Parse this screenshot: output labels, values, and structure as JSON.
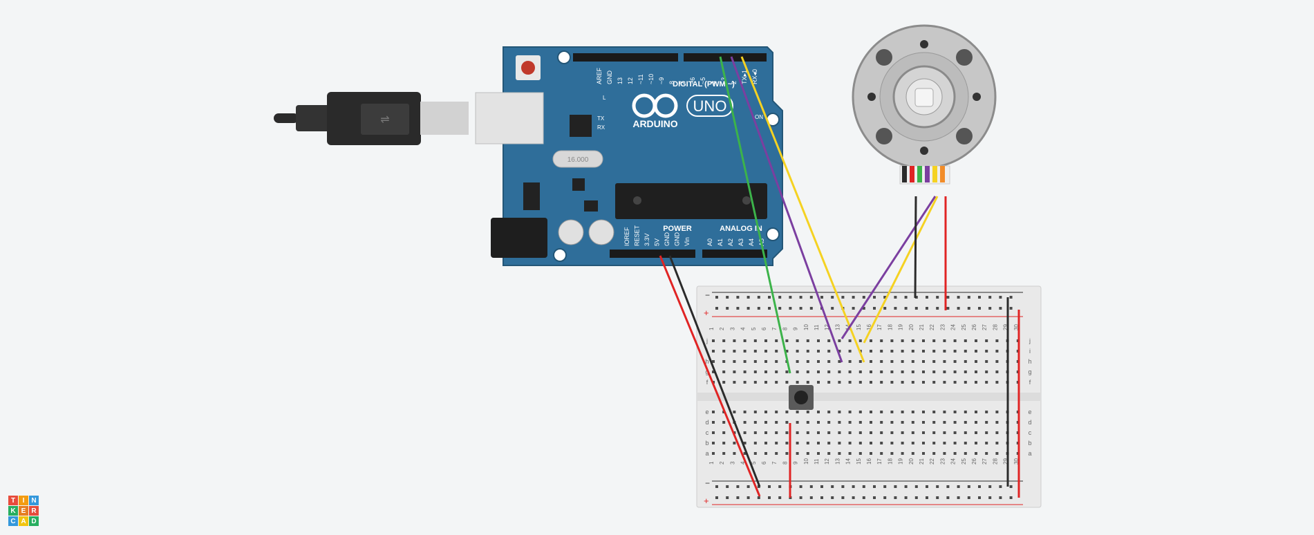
{
  "colors": {
    "board": "#2f6e9a",
    "wire_red": "#e02424",
    "wire_black": "#2b2b2b",
    "wire_green": "#3cb34a",
    "wire_purple": "#7b3fa0",
    "wire_yellow": "#f5d222",
    "wire_orange": "#f28c28",
    "canvas_bg": "#f3f5f6"
  },
  "arduino": {
    "brand": "ARDUINO",
    "model": "UNO",
    "crystal": "16.000",
    "digital_label": "DIGITAL (PWM ~)",
    "power_label": "POWER",
    "analog_label": "ANALOG IN",
    "top_pins": [
      "AREF",
      "GND",
      "13",
      "12",
      "~11",
      "~10",
      "~9",
      "8",
      "7",
      "~6",
      "~5",
      "4",
      "~3",
      "2",
      "TX▸1",
      "RX◂0"
    ],
    "power_pins": [
      "IOREF",
      "RESET",
      "3.3V",
      "5V",
      "GND",
      "GND",
      "Vin"
    ],
    "analog_pins": [
      "A0",
      "A1",
      "A2",
      "A3",
      "A4",
      "A5"
    ],
    "led_l": "L",
    "led_tx": "TX",
    "led_rx": "RX",
    "led_on": "ON"
  },
  "breadboard": {
    "columns": [
      "1",
      "2",
      "3",
      "4",
      "5",
      "6",
      "7",
      "8",
      "9",
      "10",
      "11",
      "12",
      "13",
      "14",
      "15",
      "16",
      "17",
      "18",
      "19",
      "20",
      "21",
      "22",
      "23",
      "24",
      "25",
      "26",
      "27",
      "28",
      "29",
      "30"
    ],
    "rows_top": [
      "j",
      "i",
      "h",
      "g",
      "f"
    ],
    "rows_bottom": [
      "e",
      "d",
      "c",
      "b",
      "a"
    ],
    "rail_minus": "−",
    "rail_plus": "+"
  },
  "encoder": {
    "wires": [
      "black",
      "red",
      "green",
      "purple",
      "yellow",
      "orange"
    ]
  },
  "logo": {
    "letters": [
      "T",
      "I",
      "N",
      "K",
      "E",
      "R",
      "C",
      "A",
      "D"
    ],
    "colors": [
      "#e74c3c",
      "#f39c12",
      "#3498db",
      "#27ae60",
      "#e67e22",
      "#e74c3c",
      "#3498db",
      "#f1c40f",
      "#27ae60"
    ]
  }
}
